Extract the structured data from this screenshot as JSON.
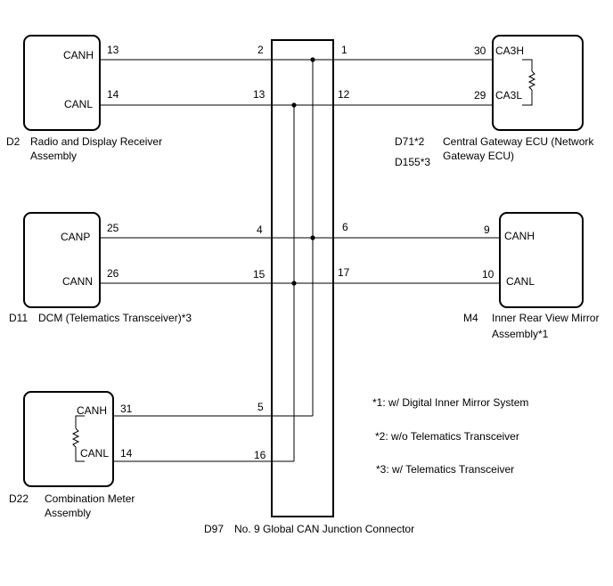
{
  "components": {
    "d2": {
      "code": "D2",
      "name_line1": "Radio and Display Receiver",
      "name_line2": "Assembly",
      "terminals": [
        "CANH",
        "CANL"
      ],
      "pins": [
        "13",
        "14"
      ]
    },
    "d71": {
      "code1": "D71*2",
      "code2": "D155*3",
      "name_line1": "Central Gateway ECU (Network",
      "name_line2": "Gateway ECU)",
      "terminals": [
        "CA3H",
        "CA3L"
      ],
      "pins": [
        "30",
        "29"
      ]
    },
    "d11": {
      "code": "D11",
      "name_line1": "DCM (Telematics Transceiver)*3",
      "terminals": [
        "CANP",
        "CANN"
      ],
      "pins": [
        "25",
        "26"
      ]
    },
    "m4": {
      "code": "M4",
      "name_line1": "Inner Rear View Mirror",
      "name_line2": "Assembly*1",
      "terminals": [
        "CANH",
        "CANL"
      ],
      "pins": [
        "9",
        "10"
      ]
    },
    "d22": {
      "code": "D22",
      "name_line1": "Combination Meter",
      "name_line2": "Assembly",
      "terminals": [
        "CANH",
        "CANL"
      ],
      "pins": [
        "31",
        "14"
      ]
    },
    "d97": {
      "code": "D97",
      "name": "No. 9 Global CAN Junction Connector",
      "left_pins": [
        "2",
        "13",
        "4",
        "15",
        "5",
        "16"
      ],
      "right_pins": [
        "1",
        "12",
        "6",
        "17"
      ]
    }
  },
  "notes": [
    "*1: w/ Digital Inner Mirror System",
    "*2: w/o Telematics Transceiver",
    "*3: w/ Telematics Transceiver"
  ]
}
